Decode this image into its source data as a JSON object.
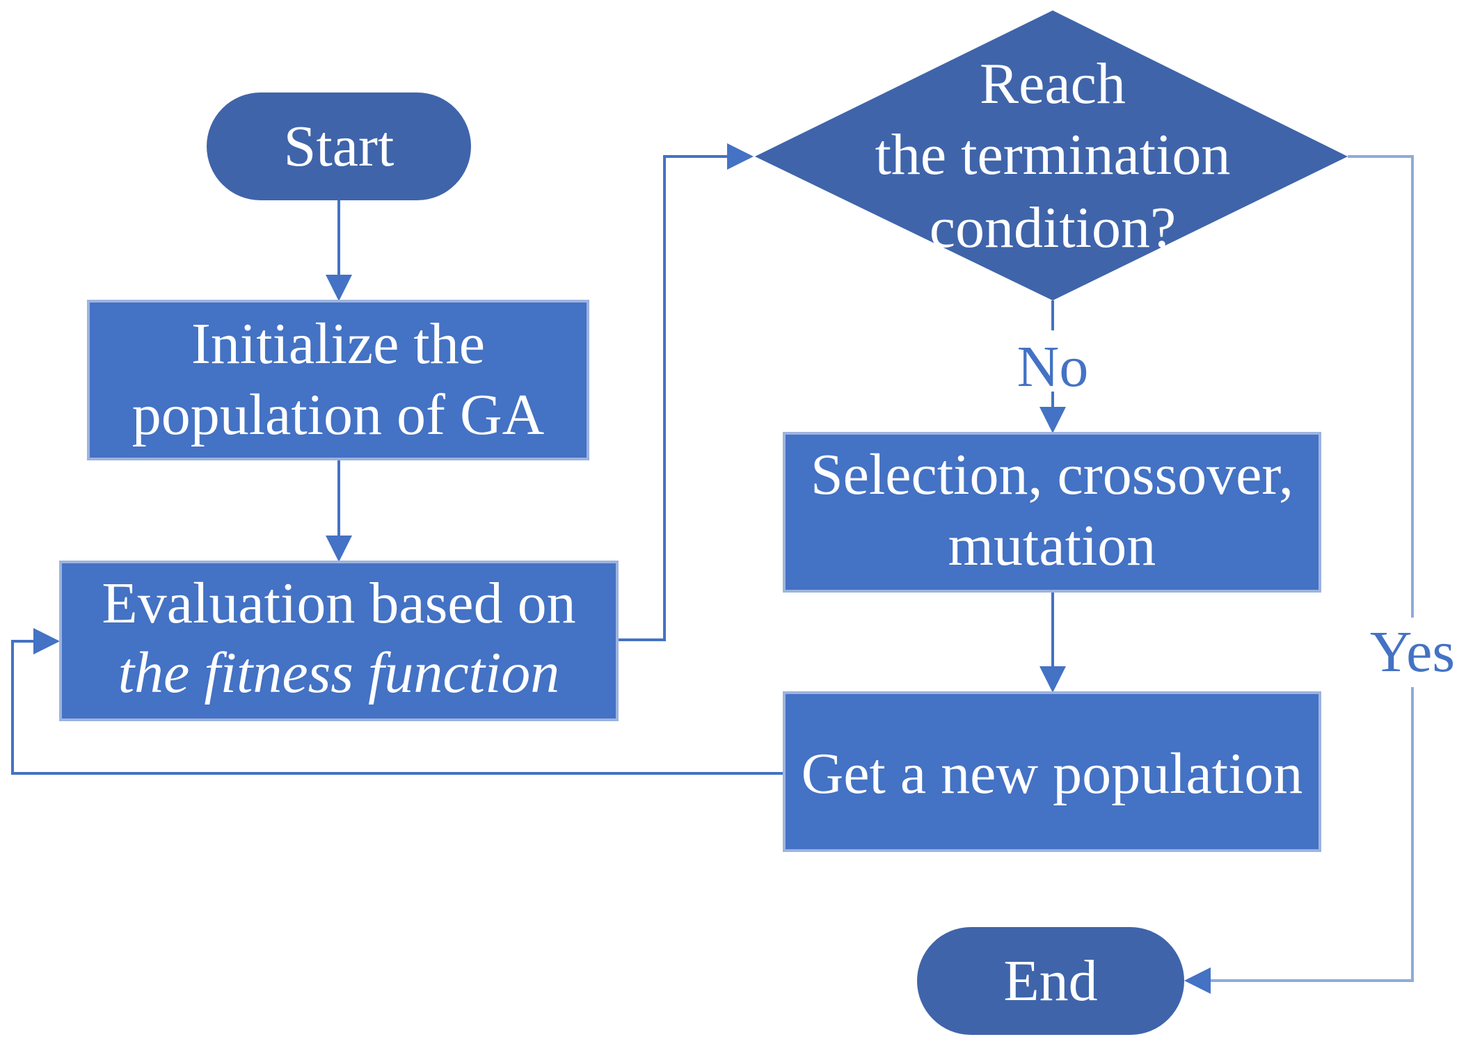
{
  "colors": {
    "terminal_fill": "#3f64aa",
    "process_fill": "#4472c4",
    "process_border": "#9db3df",
    "decision_fill": "#3f64aa",
    "connector": "#4472c4",
    "connector_yes": "#8faadc",
    "label": "#4472c4",
    "text": "#ffffff"
  },
  "nodes": {
    "start": {
      "label": "Start"
    },
    "initialize": {
      "line1": "Initialize the",
      "line2": "population of GA"
    },
    "evaluation": {
      "line1": "Evaluation based on",
      "line2": "the fitness function"
    },
    "decision": {
      "line1": "Reach",
      "line2": "the termination",
      "line3": "condition?"
    },
    "genetic_ops": {
      "line1": "Selection, crossover,",
      "line2": "mutation"
    },
    "new_population": {
      "label": "Get a new population"
    },
    "end": {
      "label": "End"
    }
  },
  "edge_labels": {
    "no": "No",
    "yes": "Yes"
  }
}
